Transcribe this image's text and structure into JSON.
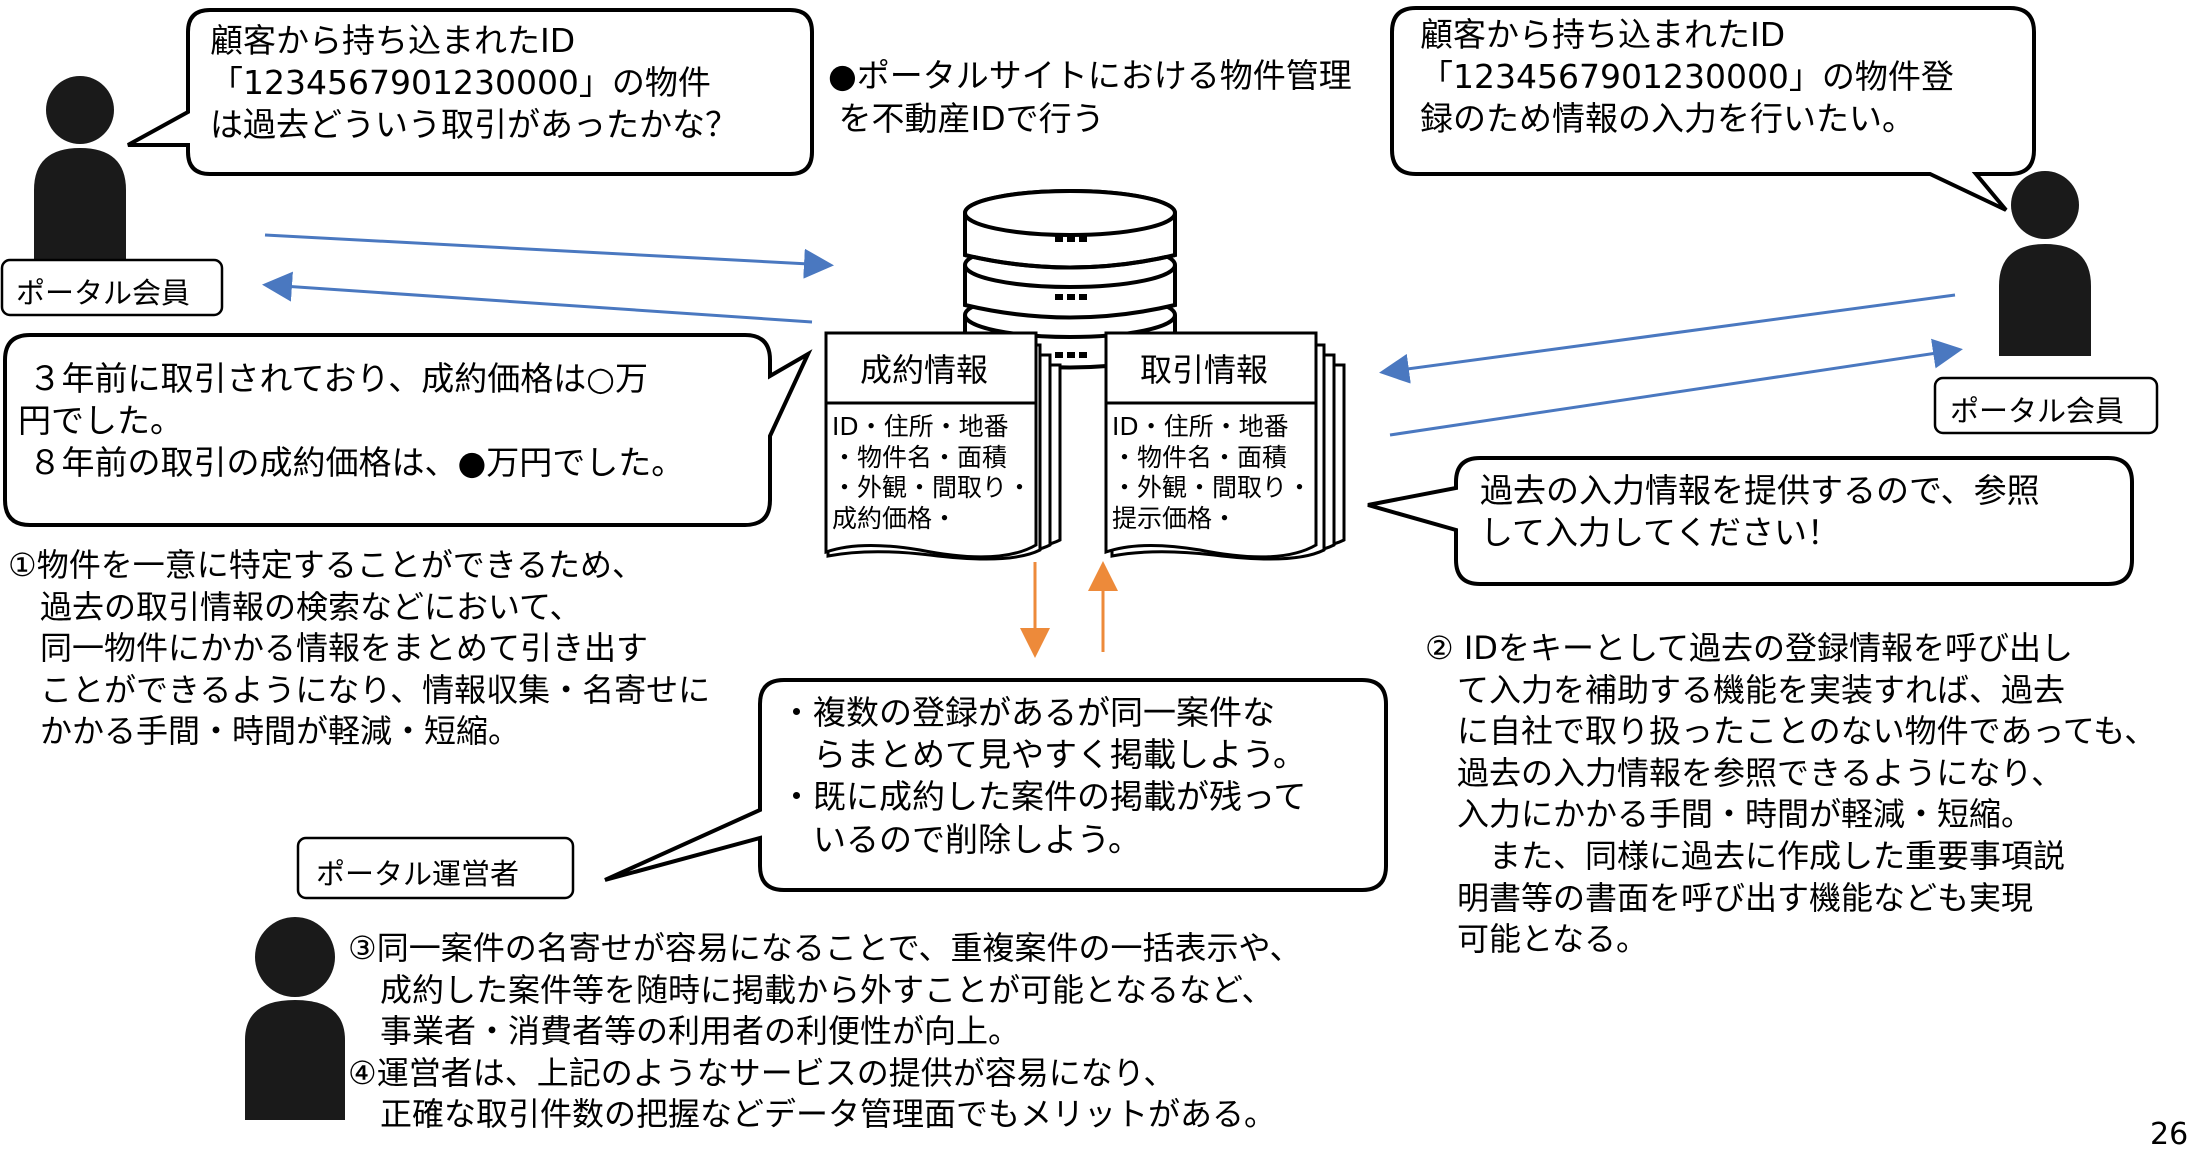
{
  "top_heading": "●ポータルサイトにおける物件管理\n を不動産IDで行う",
  "bubble_left_question": "顧客から持ち込まれたID\n「1234567901230000」の物件\nは過去どういう取引があったかな？",
  "bubble_left_answer": " ３年前に取引されており、成約価格は○万\n円でした。\n ８年前の取引の成約価格は、●万円でした。",
  "bubble_right_request": "顧客から持ち込まれたID\n「1234567901230000」の物件登\n録のため情報の入力を行いたい。",
  "bubble_right_answer": "過去の入力情報を提供するので、参照\nして入力してください！",
  "bubble_operator": "・複数の登録があるが同一案件な\n　らまとめて見やすく掲載しよう。\n・既に成約した案件の掲載が残って\n　いるので削除しよう。",
  "label_member_left": "ポータル会員",
  "label_member_right": "ポータル会員",
  "label_operator": "ポータル運営者",
  "doc_contract_title": "成約情報",
  "doc_contract_body": "ID・住所・地番\n・物件名・面積\n・外観・間取り・\n成約価格・",
  "doc_transaction_title": "取引情報",
  "doc_transaction_body": "ID・住所・地番\n・物件名・面積\n・外観・間取り・\n提示価格・",
  "note_1": "①物件を一意に特定することができるため、\n　過去の取引情報の検索などにおいて、\n　同一物件にかかる情報をまとめて引き出す\n　ことができるようになり、情報収集・名寄せに\n　かかる手間・時間が軽減・短縮。",
  "note_2": "② IDをキーとして過去の登録情報を呼び出し\n　て入力を補助する機能を実装すれば、過去\n　に自社で取り扱ったことのない物件であっても、\n　過去の入力情報を参照できるようになり、\n　入力にかかる手間・時間が軽減・短縮。\n　　また、同様に過去に作成した重要事項説\n　明書等の書面を呼び出す機能なども実現\n　可能となる。",
  "note_3_4": "③同一案件の名寄せが容易になることで、重複案件の一括表示や、\n　成約した案件等を随時に掲載から外すことが可能となるなど、\n　事業者・消費者等の利用者の利便性が向上。\n④運営者は、上記のようなサービスの提供が容易になり、\n　正確な取引件数の把握などデータ管理面でもメリットがある。",
  "page_number": "26",
  "colors": {
    "arrow_blue": "#4a78c0",
    "arrow_orange": "#ed8a3a",
    "ink": "#000000",
    "person": "#1a1a1a"
  },
  "icons": [
    "person-icon",
    "database-icon",
    "document-icon"
  ]
}
